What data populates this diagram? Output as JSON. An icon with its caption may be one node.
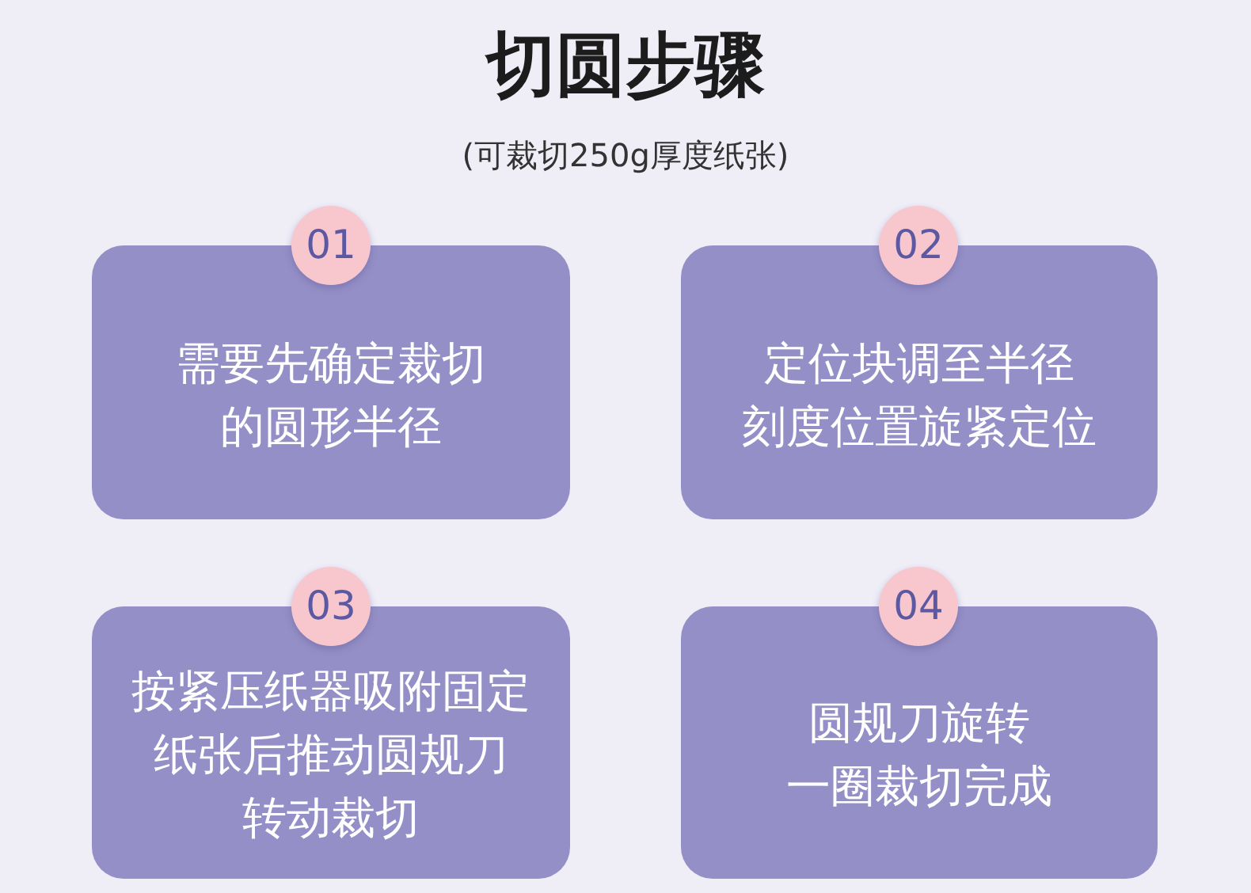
{
  "diagram": {
    "title": "切圆步骤",
    "nodes": [
      {
        "text": [
          "01"
        ]
      },
      {
        "text": [
          "需要先确定裁切的圆形半径"
        ]
      },
      {
        "text": [
          "02"
        ]
      },
      {
        "text": [
          "定位块调至半径刻度位置旋紧定位"
        ]
      },
      {
        "text": [
          "03"
        ]
      },
      {
        "text": [
          "按紧压纸器吸附固定纸张后推动圆规刀转动裁切"
        ]
      },
      {
        "text": [
          "04"
        ]
      },
      {
        "text": [
          "圆规刀旋转一圈裁切完成"
        ]
      }
    ],
    "labels": [
      "(可裁切250g厚度纸张)"
    ]
  }
}
